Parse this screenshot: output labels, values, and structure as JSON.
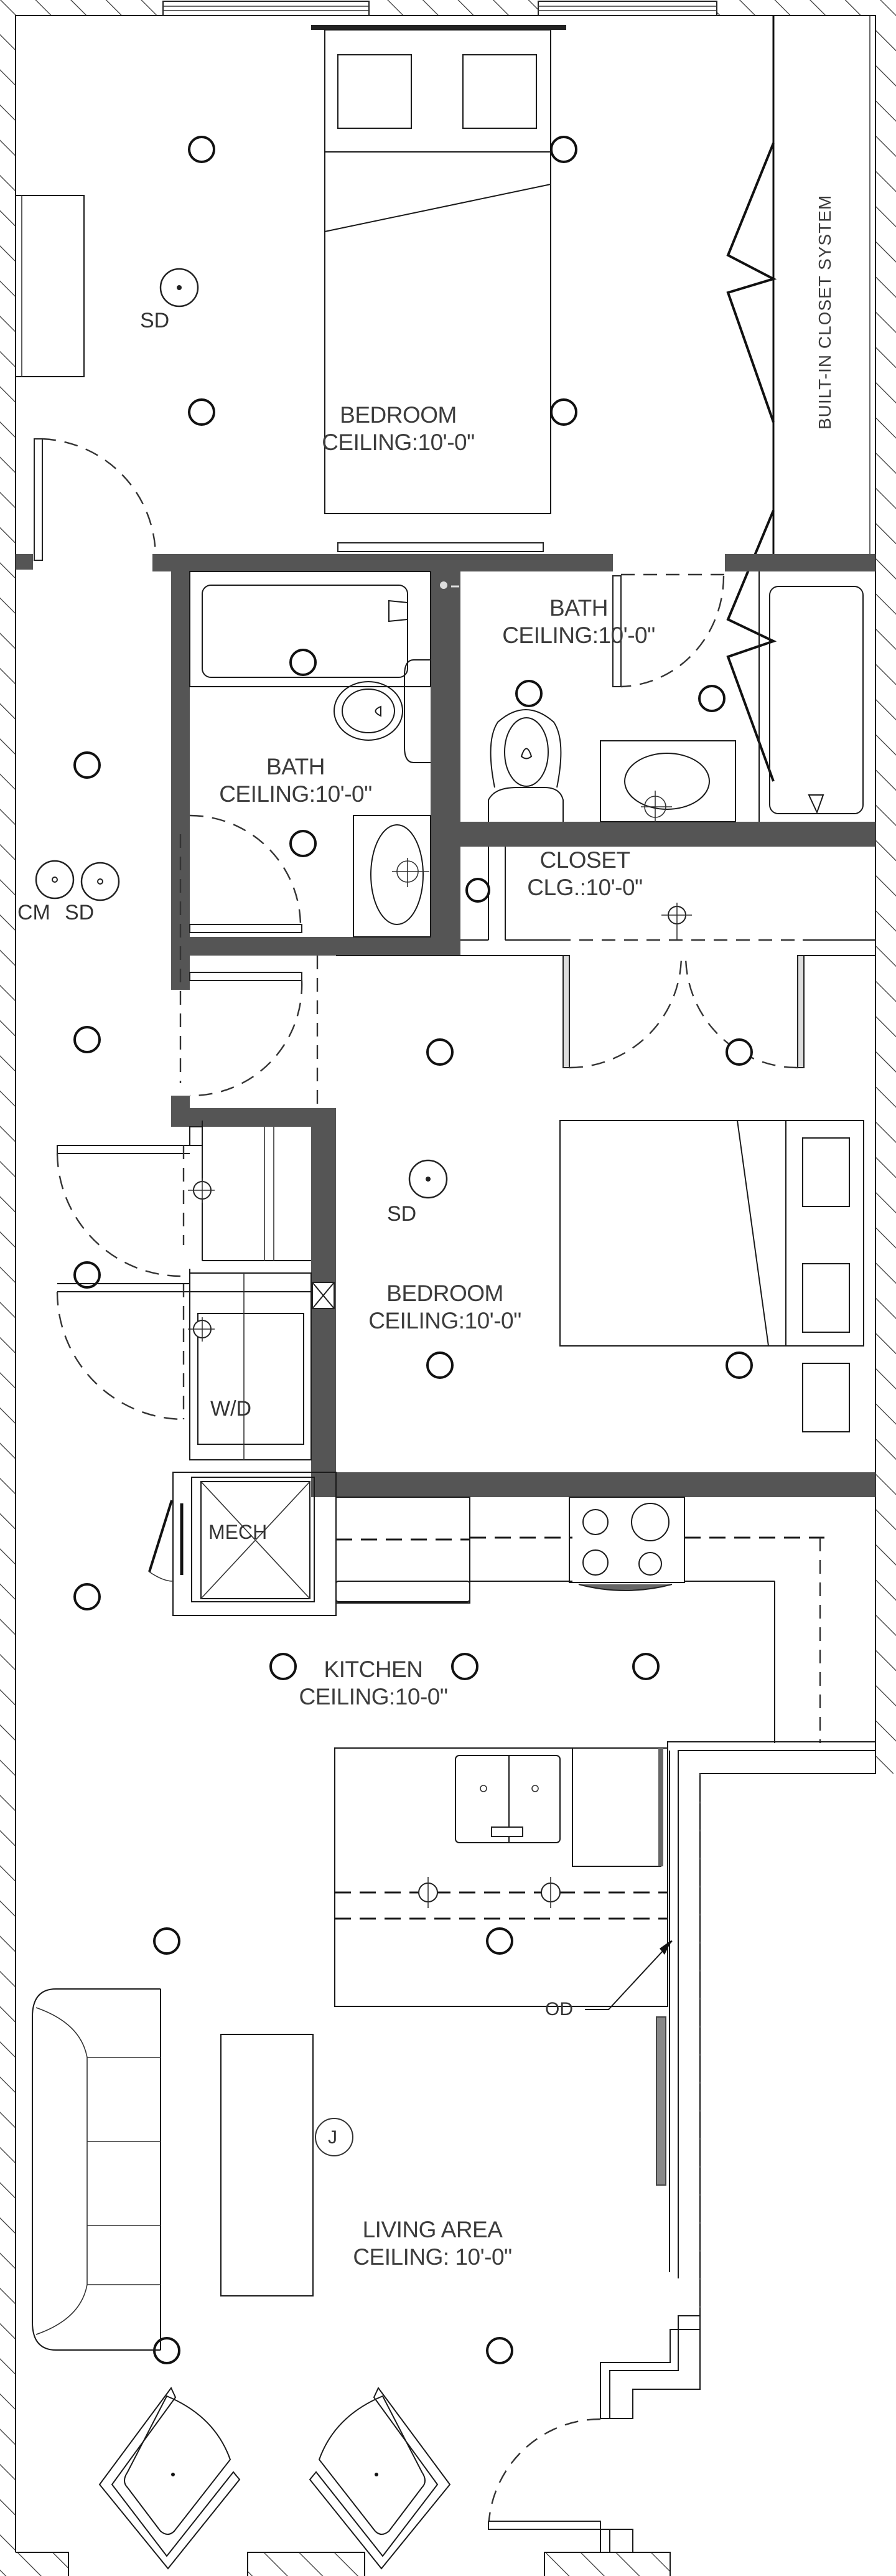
{
  "plan": {
    "title": "Apartment Floor Plan",
    "colors": {
      "wall_fill": "#555555",
      "line": "#1a1a1a",
      "text": "#3c3c3c",
      "background": "#ffffff"
    },
    "rooms": [
      {
        "id": "master-bedroom",
        "name": "BEDROOM",
        "ceiling": "CEILING:10'-0\""
      },
      {
        "id": "master-bath",
        "name": "BATH",
        "ceiling": "CEILING:10'-0\""
      },
      {
        "id": "hall-bath",
        "name": "BATH",
        "ceiling": "CEILING:10'-0\""
      },
      {
        "id": "closet",
        "name": "CLOSET",
        "ceiling": "CLG.:10'-0\""
      },
      {
        "id": "second-bedroom",
        "name": "BEDROOM",
        "ceiling": "CEILING:10'-0\""
      },
      {
        "id": "kitchen",
        "name": "KITCHEN",
        "ceiling": "CEILING:10-0\""
      },
      {
        "id": "living-area",
        "name": "LIVING AREA",
        "ceiling": "CEILING: 10'-0\""
      }
    ],
    "fixtures": {
      "closet_system": "BUILT-IN CLOSET SYSTEM",
      "smoke_detector": "SD",
      "co_monitor": "CM",
      "washer_dryer": "W/D",
      "mechanical": "MECH",
      "junction_box": "J",
      "overhead_door": "OD"
    }
  }
}
